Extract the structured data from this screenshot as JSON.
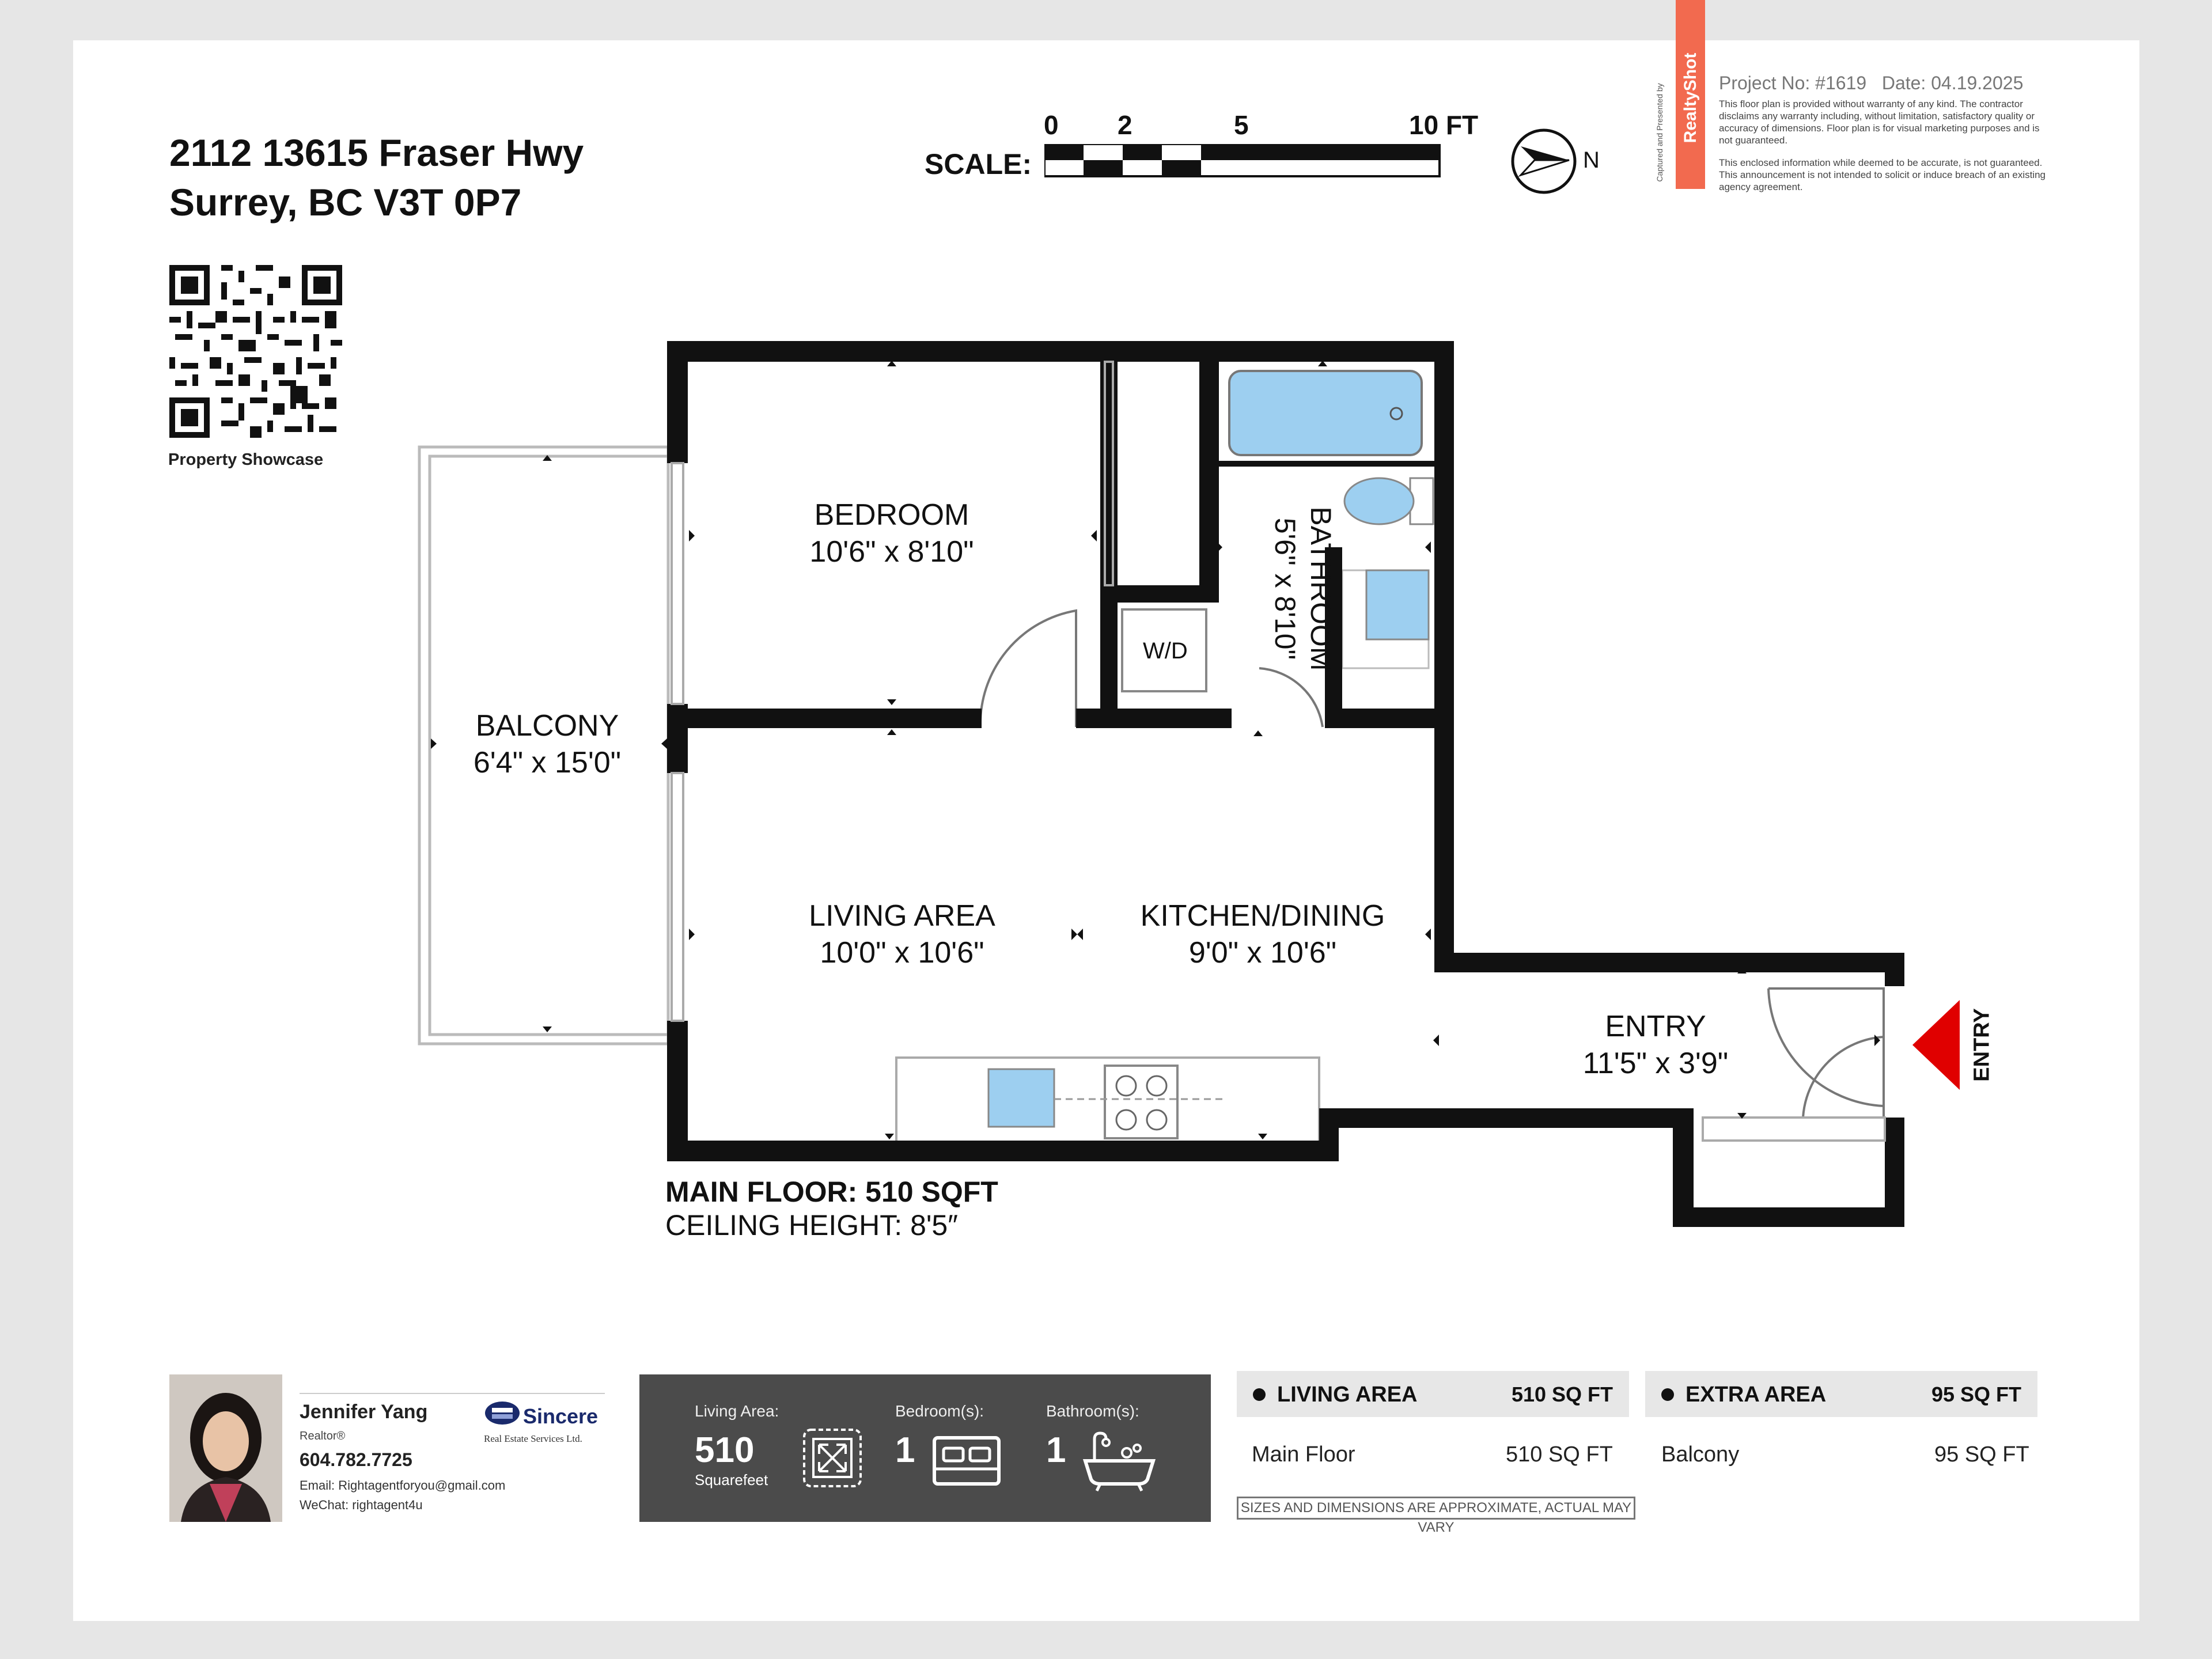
{
  "address": {
    "line1": "2112 13615 Fraser Hwy",
    "line2": "Surrey, BC V3T 0P7"
  },
  "qr": {
    "caption": "Property Showcase"
  },
  "scale": {
    "title": "SCALE:",
    "ticks": [
      "0",
      "2",
      "5",
      "10 FT"
    ]
  },
  "compass": {
    "label": "N"
  },
  "brand": {
    "name": "RealtyShot",
    "captured_by": "Captured and Presented by"
  },
  "project": {
    "number": "Project No: #1619",
    "date": "Date: 04.19.2025",
    "disclaimer1": "This floor plan is provided without warranty of any kind. The contractor disclaims any warranty including, without limitation, satisfactory quality or accuracy of dimensions. Floor plan is for visual marketing purposes and is not guaranteed.",
    "disclaimer2": "This enclosed information while deemed to be accurate, is not guaranteed. This announcement is not intended to solicit or induce breach of an existing agency agreement."
  },
  "rooms": {
    "bedroom": {
      "name": "BEDROOM",
      "dims": "10'6\" x 8'10\""
    },
    "bathroom": {
      "name": "BATHROOM",
      "dims": "5'6\" x 8'10\""
    },
    "balcony": {
      "name": "BALCONY",
      "dims": "6'4\" x 15'0\""
    },
    "living": {
      "name": "LIVING AREA",
      "dims": "10'0\" x 10'6\""
    },
    "kitchen": {
      "name": "KITCHEN/DINING",
      "dims": "9'0\" x 10'6\""
    },
    "entry": {
      "name": "ENTRY",
      "dims": "11'5\" x 3'9\""
    },
    "wd": {
      "name": "W/D"
    }
  },
  "entry_marker": "ENTRY",
  "floor": {
    "main": "MAIN FLOOR: 510 SQFT",
    "ceiling": "CEILING HEIGHT: 8'5″"
  },
  "agent": {
    "name": "Jennifer Yang",
    "role": "Realtor®",
    "phone": "604.782.7725",
    "email": "Email: Rightagentforyou@gmail.com",
    "wechat": "WeChat: rightagent4u",
    "company": "Sincere",
    "company_sub": "Real Estate Services Ltd."
  },
  "stats": {
    "living_caption": "Living Area:",
    "living_value": "510",
    "living_unit": "Squarefeet",
    "bed_caption": "Bedroom(s):",
    "bed_value": "1",
    "bath_caption": "Bathroom(s):",
    "bath_value": "1"
  },
  "areas": {
    "living_header": "LIVING AREA",
    "living_total": "510 SQ FT",
    "living_row_label": "Main Floor",
    "living_row_value": "510 SQ FT",
    "extra_header": "EXTRA AREA",
    "extra_total": "95 SQ FT",
    "extra_row_label": "Balcony",
    "extra_row_value": "95 SQ FT"
  },
  "note": "SIZES AND DIMENSIONS ARE APPROXIMATE, ACTUAL MAY VARY",
  "colors": {
    "wall": "#111111",
    "fixture_blue": "#8fc8ec",
    "brand": "#f26a4f",
    "entry_arrow": "#e00000",
    "panel": "#4b4b4b"
  }
}
